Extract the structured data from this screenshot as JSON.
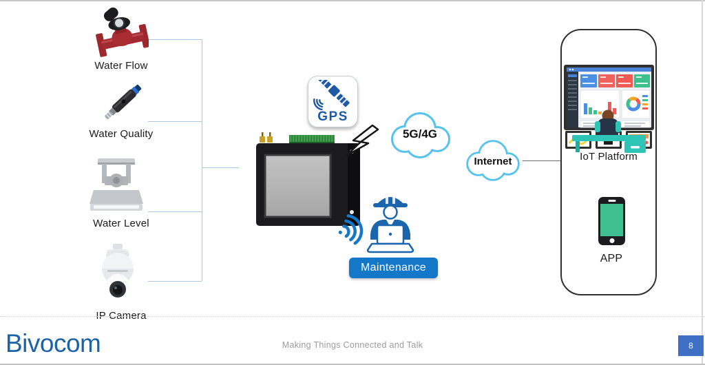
{
  "diagram": {
    "sensors": [
      {
        "label": "Water Flow",
        "icon": "water-flow-meter-icon"
      },
      {
        "label": "Water Quality",
        "icon": "water-quality-probe-icon"
      },
      {
        "label": "Water Level",
        "icon": "water-level-sensor-icon"
      },
      {
        "label": "IP Camera",
        "icon": "ip-camera-icon"
      }
    ],
    "gateway": {
      "description": "cellular gateway device with touchscreen",
      "gps_label": "GPS"
    },
    "clouds": {
      "cellular": "5G/4G",
      "internet": "Internet"
    },
    "maintenance_label": "Maintenance",
    "outputs": {
      "platform": "IoT Platform",
      "app": "APP"
    }
  },
  "footer": {
    "logo": "Bivocom",
    "tagline": "Making Things Connected and Talk",
    "page_number": "8"
  },
  "icons": {
    "gps-satellite-icon": "satellite with signal waves",
    "lightning-bolt-icon": "radio transmission spark",
    "wifi-signal-icon": "wireless signal arcs",
    "worker-laptop-icon": "engineer with hard hat at laptop",
    "dashboard-monitor-icon": "operator at multi-screen IoT dashboard",
    "smartphone-icon": "mobile phone"
  },
  "colors": {
    "accent_blue": "#1577c8",
    "icon_blue": "#1b65ad",
    "cloud_blue": "#55c3ee",
    "connector_blue": "#abc9e0",
    "logo_blue": "#1b63a8",
    "page_badge_blue": "#4070c4",
    "teal": "#2ec4b6",
    "phone_green": "#3fbe91",
    "meter_red": "#a32a30"
  }
}
